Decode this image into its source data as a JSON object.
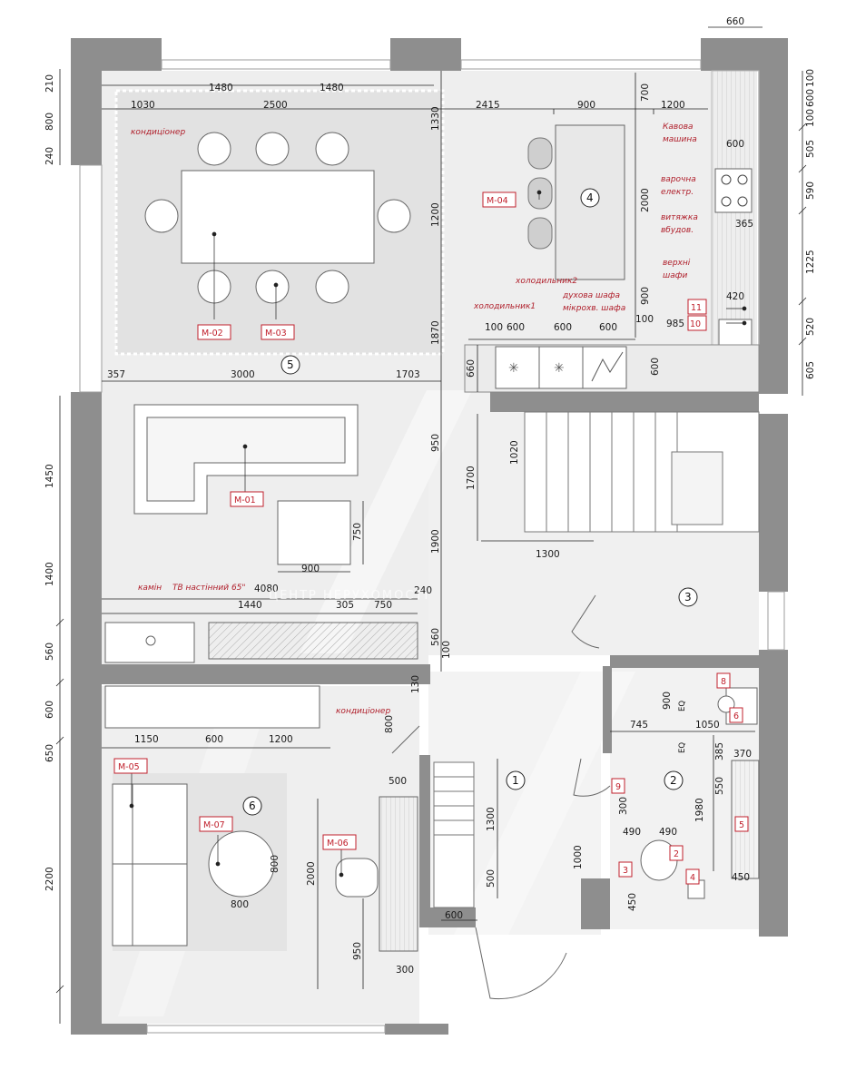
{
  "dimensions": {
    "d_660": "660",
    "d_1480a": "1480",
    "d_1480b": "1480",
    "d_1030": "1030",
    "d_2500": "2500",
    "d_2415": "2415",
    "d_900_top": "900",
    "d_1200_top": "1200",
    "d_700_top": "700",
    "d_1330": "1330",
    "d_2000_v": "2000",
    "d_1200_v": "1200",
    "d_900_v": "900",
    "d_1870": "1870",
    "d_600_cook": "600",
    "d_365": "365",
    "d_420": "420",
    "d_985": "985",
    "d_100a": "100",
    "d_600a": "600",
    "d_600b": "600",
    "d_600c": "600",
    "d_100b": "100",
    "d_660_v": "660",
    "d_600_v": "600",
    "d_357": "357",
    "d_3000": "3000",
    "d_1703": "1703",
    "d_950": "950",
    "d_1700": "1700",
    "d_1020": "1020",
    "d_750": "750",
    "d_900_tab": "900",
    "d_1300_st": "1300",
    "d_1900": "1900",
    "d_4080": "4080",
    "d_1440": "1440",
    "d_305": "305",
    "d_750_h": "750",
    "d_240_h": "240",
    "d_560_v": "560",
    "d_100_v": "100",
    "d_130": "130",
    "d_800_v": "800",
    "d_1150": "1150",
    "d_600_bed": "600",
    "d_1200_bed": "1200",
    "d_500": "500",
    "d_800_h": "800",
    "d_800_v2": "800",
    "d_2000_bed": "2000",
    "d_950_bed": "950",
    "d_300_bed": "300",
    "d_1300_hall": "1300",
    "d_500_hall": "500",
    "d_600_hall": "600",
    "d_1000": "1000",
    "d_745": "745",
    "d_900_bath": "900",
    "d_1050": "1050",
    "d_385": "385",
    "d_370": "370",
    "d_550": "550",
    "d_1980": "1980",
    "d_300_bath": "300",
    "d_490a": "490",
    "d_490b": "490",
    "d_450_bath": "450",
    "d_450_r": "450",
    "l_210": "210",
    "l_800": "800",
    "l_240": "240",
    "l_1450": "1450",
    "l_1400": "1400",
    "l_560": "560",
    "l_600": "600",
    "l_650": "650",
    "l_2200": "2200",
    "r_100a": "100",
    "r_600": "600",
    "r_100b": "100",
    "r_505": "505",
    "r_590": "590",
    "r_1225": "1225",
    "r_520": "520",
    "r_605": "605"
  },
  "labels": {
    "ac_top": "кондиціонер",
    "ac_bed": "кондиціонер",
    "coffee_1": "Кавова",
    "coffee_2": "машина",
    "hob_1": "варочна",
    "hob_2": "електр.",
    "hood_1": "витяжка",
    "hood_2": "вбудов.",
    "upper_1": "верхні",
    "upper_2": "шафи",
    "fridge2": "холодильник2",
    "fridge1": "холодильник1",
    "oven": "духова шафа",
    "micro": "мікрохв. шафа",
    "fireplace": "камін",
    "tv": "ТВ настінний 65\""
  },
  "codes": {
    "m01": "M-01",
    "m02": "M-02",
    "m03": "M-03",
    "m04": "M-04",
    "m05": "M-05",
    "m06": "M-06",
    "m07": "M-07",
    "b2": "2",
    "b3": "3",
    "b4": "4",
    "b5": "5",
    "b6": "6",
    "b8": "8",
    "b9": "9",
    "b10": "10",
    "b11": "11"
  },
  "rooms": {
    "r1": "1",
    "r2": "2",
    "r3": "3",
    "r4": "4",
    "r5": "5",
    "r6": "6"
  },
  "equipment": {
    "eq_a": "EQ",
    "eq_b": "EQ"
  },
  "watermark": "ЦЕНТР НЕРУХОМОСТІ"
}
